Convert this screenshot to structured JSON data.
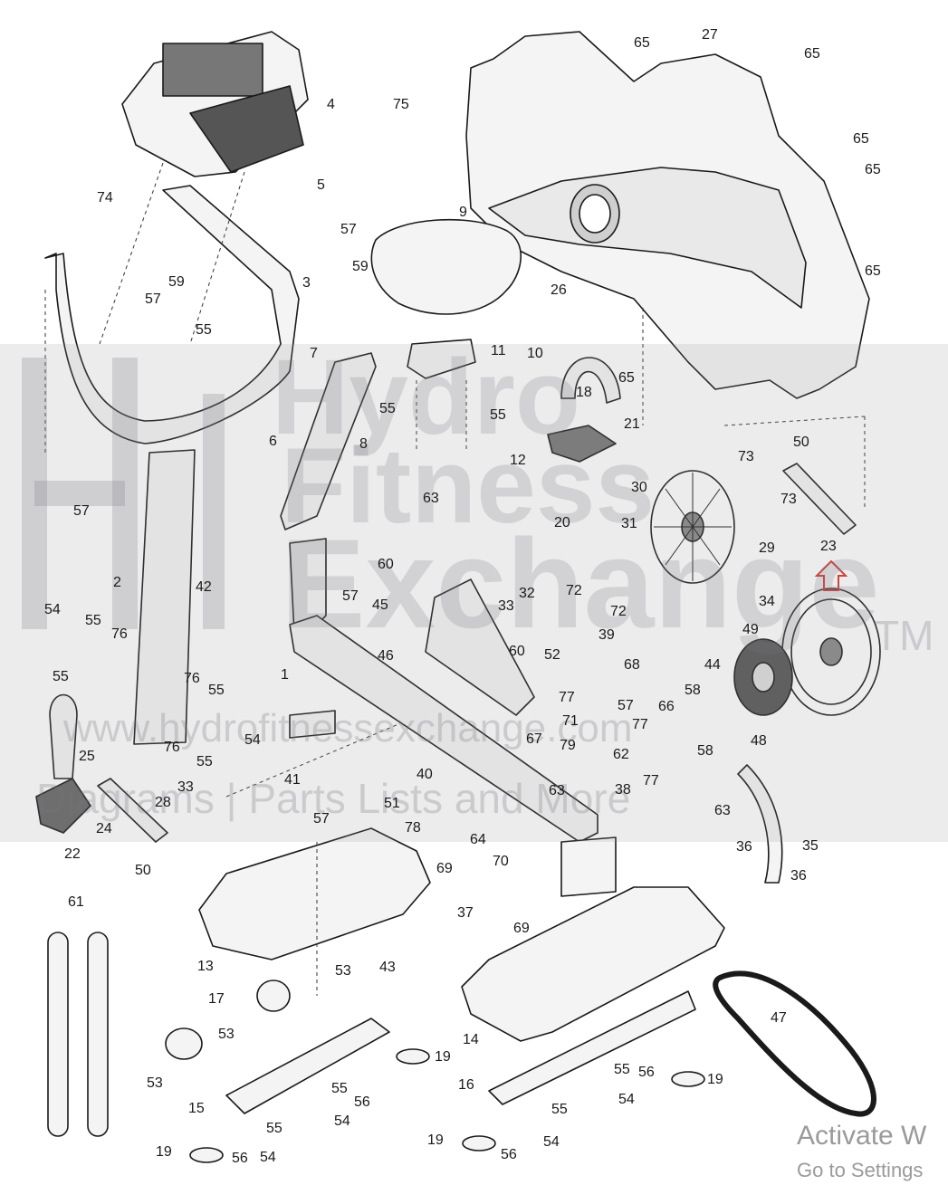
{
  "callouts": [
    {
      "label": "65"
    },
    {
      "label": "27"
    },
    {
      "label": "65"
    },
    {
      "label": "65"
    },
    {
      "label": "65"
    },
    {
      "label": "65"
    },
    {
      "label": "75"
    },
    {
      "label": "4"
    },
    {
      "label": "74"
    },
    {
      "label": "5"
    },
    {
      "label": "57"
    },
    {
      "label": "9"
    },
    {
      "label": "59"
    },
    {
      "label": "3"
    },
    {
      "label": "59"
    },
    {
      "label": "57"
    },
    {
      "label": "55"
    },
    {
      "label": "26"
    },
    {
      "label": "7"
    },
    {
      "label": "11"
    },
    {
      "label": "10"
    },
    {
      "label": "65"
    },
    {
      "label": "18"
    },
    {
      "label": "55"
    },
    {
      "label": "55"
    },
    {
      "label": "6"
    },
    {
      "label": "8"
    },
    {
      "label": "21"
    },
    {
      "label": "63"
    },
    {
      "label": "57"
    },
    {
      "label": "50"
    },
    {
      "label": "73"
    },
    {
      "label": "30"
    },
    {
      "label": "12"
    },
    {
      "label": "73"
    },
    {
      "label": "20"
    },
    {
      "label": "31"
    },
    {
      "label": "29"
    },
    {
      "label": "23"
    },
    {
      "label": "2"
    },
    {
      "label": "42"
    },
    {
      "label": "60"
    },
    {
      "label": "72"
    },
    {
      "label": "72"
    },
    {
      "label": "57"
    },
    {
      "label": "45"
    },
    {
      "label": "33"
    },
    {
      "label": "32"
    },
    {
      "label": "34"
    },
    {
      "label": "54"
    },
    {
      "label": "55"
    },
    {
      "label": "76"
    },
    {
      "label": "46"
    },
    {
      "label": "60"
    },
    {
      "label": "39"
    },
    {
      "label": "49"
    },
    {
      "label": "1"
    },
    {
      "label": "52"
    },
    {
      "label": "68"
    },
    {
      "label": "55"
    },
    {
      "label": "44"
    },
    {
      "label": "76"
    },
    {
      "label": "55"
    },
    {
      "label": "77"
    },
    {
      "label": "58"
    },
    {
      "label": "57"
    },
    {
      "label": "66"
    },
    {
      "label": "71"
    },
    {
      "label": "77"
    },
    {
      "label": "25"
    },
    {
      "label": "76"
    },
    {
      "label": "54"
    },
    {
      "label": "67"
    },
    {
      "label": "79"
    },
    {
      "label": "62"
    },
    {
      "label": "58"
    },
    {
      "label": "55"
    },
    {
      "label": "48"
    },
    {
      "label": "40"
    },
    {
      "label": "77"
    },
    {
      "label": "41"
    },
    {
      "label": "33"
    },
    {
      "label": "63"
    },
    {
      "label": "38"
    },
    {
      "label": "51"
    },
    {
      "label": "28"
    },
    {
      "label": "63"
    },
    {
      "label": "24"
    },
    {
      "label": "57"
    },
    {
      "label": "78"
    },
    {
      "label": "36"
    },
    {
      "label": "35"
    },
    {
      "label": "22"
    },
    {
      "label": "50"
    },
    {
      "label": "64"
    },
    {
      "label": "69"
    },
    {
      "label": "70"
    },
    {
      "label": "36"
    },
    {
      "label": "61"
    },
    {
      "label": "37"
    },
    {
      "label": "69"
    },
    {
      "label": "13"
    },
    {
      "label": "43"
    },
    {
      "label": "53"
    },
    {
      "label": "47"
    },
    {
      "label": "17"
    },
    {
      "label": "14"
    },
    {
      "label": "53"
    },
    {
      "label": "19"
    },
    {
      "label": "55"
    },
    {
      "label": "16"
    },
    {
      "label": "56"
    },
    {
      "label": "19"
    },
    {
      "label": "53"
    },
    {
      "label": "56"
    },
    {
      "label": "55"
    },
    {
      "label": "15"
    },
    {
      "label": "54"
    },
    {
      "label": "55"
    },
    {
      "label": "55"
    },
    {
      "label": "54"
    },
    {
      "label": "19"
    },
    {
      "label": "56"
    },
    {
      "label": "54"
    },
    {
      "label": "19"
    },
    {
      "label": "56"
    },
    {
      "label": "54"
    }
  ],
  "watermark": {
    "brand_top": "Hydro",
    "brand_mid": "Fitness",
    "brand_bot": "Exchange",
    "trademark": "TM",
    "url": "www.hydrofitnessexchange.com",
    "tagline": "Diagrams | Parts Lists and More"
  },
  "os_overlay": {
    "line1": "Activate W",
    "line2": "Go to Settings"
  },
  "colors": {
    "line": "#1a1a1a",
    "fill_light": "#f2f2f2",
    "fill_mid": "#d9d9d9",
    "marker": "#e0302a"
  }
}
